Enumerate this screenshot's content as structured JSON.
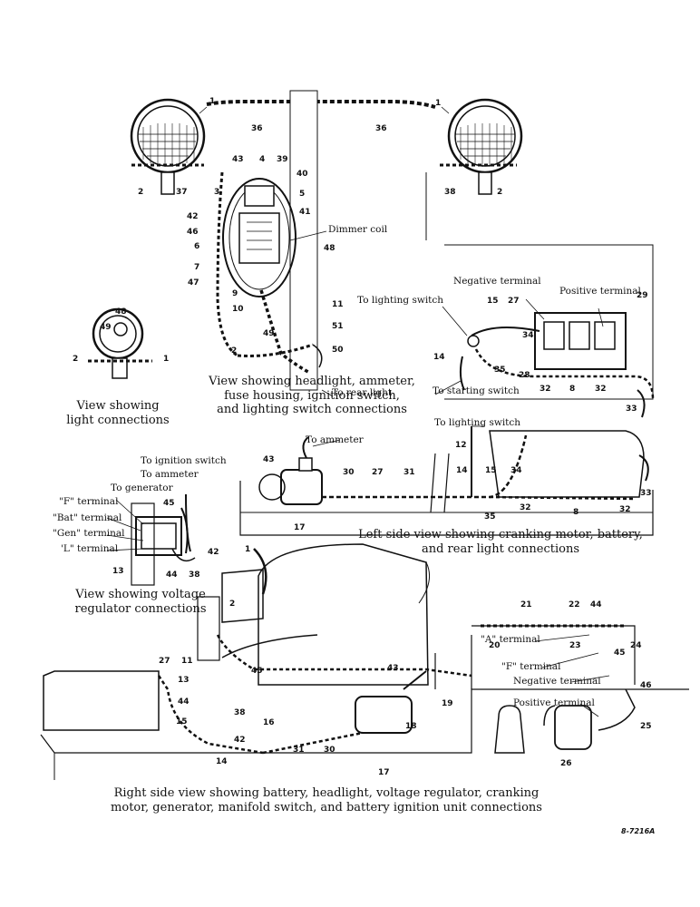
{
  "captions": {
    "headlight_panel": [
      "View showing headlight, ammeter,",
      "fuse housing, ignition switch,",
      "and lighting switch connections"
    ],
    "light_connections": [
      "View showing",
      "light connections"
    ],
    "left_side": [
      "Left side view showing cranking motor, battery,",
      "and rear light connections"
    ],
    "voltage_regulator": [
      "View showing voltage",
      "regulator connections"
    ],
    "right_side": [
      "Right side view showing battery, headlight, voltage regulator, cranking",
      "motor, generator, manifold switch, and battery ignition unit connections"
    ]
  },
  "labels": {
    "dimmer_coil": "Dimmer coil",
    "to_rear_light": "To rear light",
    "negative_terminal": "Negative terminal",
    "positive_terminal": "Positive terminal",
    "to_lighting_switch": "To lighting switch",
    "to_starting_switch": "To starting switch",
    "to_ammeter": "To ammeter",
    "to_ignition_switch": "To ignition switch",
    "to_generator": "To generator",
    "f_terminal": "\"F\" terminal",
    "bat_terminal": "\"Bat\" terminal",
    "gen_terminal": "\"Gen\" terminal",
    "l_terminal": "'L\" terminal",
    "a_terminal": "\"A\" terminal",
    "f_terminal_right": "\"F\" terminal",
    "negative_terminal_right": "Negative terminal",
    "positive_terminal_right": "Positive terminal"
  },
  "callouts": {
    "n1a": "1",
    "n1b": "1",
    "n36a": "36",
    "n36b": "36",
    "n2a": "2",
    "n37": "37",
    "n3": "3",
    "n38a": "38",
    "n2b": "2",
    "n4": "4",
    "n43a": "43",
    "n39": "39",
    "n40": "40",
    "n5": "5",
    "n41": "41",
    "n42a": "42",
    "n46a": "46",
    "n6": "6",
    "n48a": "48",
    "n7": "7",
    "n47": "47",
    "n9": "9",
    "n10": "10",
    "n11a": "11",
    "n51": "51",
    "n49a": "49",
    "n50": "50",
    "n2c": "2",
    "n48b": "48",
    "n49b": "49",
    "n2d": "2",
    "n1c": "1",
    "n15a": "15",
    "n27a": "27",
    "n29": "29",
    "n34a": "34",
    "n14a": "14",
    "n35a": "35",
    "n28": "28",
    "n32a": "32",
    "n8a": "8",
    "n32b": "32",
    "n33a": "33",
    "n43b": "43",
    "n12": "12",
    "n30a": "30",
    "n27b": "27",
    "n31a": "31",
    "n14b": "14",
    "n15b": "15",
    "n34b": "34",
    "n33b": "33",
    "n17a": "17",
    "n35b": "35",
    "n32c": "32",
    "n8b": "8",
    "n32d": "32",
    "n45a": "45",
    "n13a": "13",
    "n44a": "44",
    "n38b": "38",
    "n42b": "42",
    "n1d": "1",
    "n2e": "2",
    "n21": "21",
    "n22": "22",
    "n44b": "44",
    "n20": "20",
    "n23": "23",
    "n45b": "45",
    "n24": "24",
    "n46b": "46",
    "n27c": "27",
    "n11b": "11",
    "n45c": "45",
    "n43c": "43",
    "n13b": "13",
    "n44c": "44",
    "n38c": "38",
    "n16": "16",
    "n19": "19",
    "n18": "18",
    "n15c": "15",
    "n42c": "42",
    "n14c": "14",
    "n31b": "31",
    "n30b": "30",
    "n17b": "17",
    "n25": "25",
    "n26": "26"
  },
  "reference_code": "8-7216A"
}
